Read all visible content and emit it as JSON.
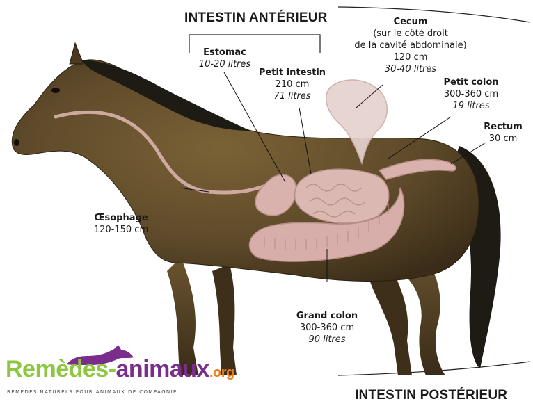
{
  "sections": {
    "anterior": "INTESTIN ANTÉRIEUR",
    "posterior": "INTESTIN POSTÉRIEUR"
  },
  "organs": {
    "estomac": {
      "name": "Estomac",
      "volume": "10-20 litres"
    },
    "petit_intestin": {
      "name": "Petit intestin",
      "length": "210 cm",
      "volume": "71 litres"
    },
    "cecum": {
      "name": "Cecum",
      "note_line1": "(sur le côté droit",
      "note_line2": "de la cavité abdominale)",
      "length": "120 cm",
      "volume": "30-40 litres"
    },
    "petit_colon": {
      "name": "Petit colon",
      "length": "300-360 cm",
      "volume": "19 litres"
    },
    "rectum": {
      "name": "Rectum",
      "length": "30 cm"
    },
    "oesophage": {
      "name": "Œsophage",
      "length": "120-150 cm"
    },
    "grand_colon": {
      "name": "Grand colon",
      "length": "300-360 cm",
      "volume": "90 litres"
    }
  },
  "logo": {
    "part1": "Remèdes-",
    "part2": "animaux",
    "tld": ".org",
    "tagline": "REMÈDES NATURELS POUR ANIMAUX DE COMPAGNIE"
  },
  "colors": {
    "horse_coat": "#5e4a2a",
    "mane_tail": "#1e1a14",
    "intestine": "#d9b2ad",
    "logo_green": "#8dc63f",
    "logo_purple": "#7b2d8e",
    "logo_orange": "#e8801e"
  }
}
